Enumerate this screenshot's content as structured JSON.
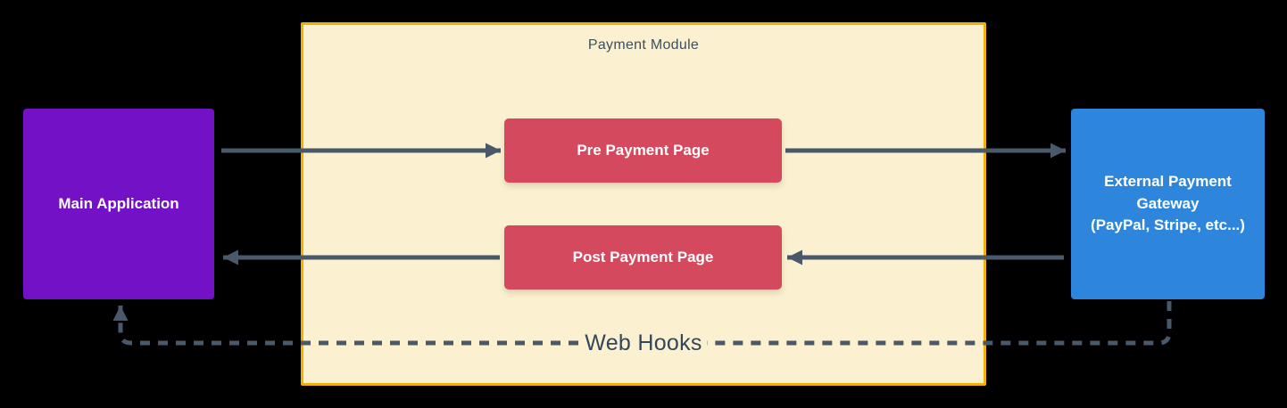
{
  "diagram": {
    "title": "Payment Module",
    "nodes": {
      "main_app": {
        "label": "Main Application"
      },
      "payment_module": {
        "label": "Payment Module"
      },
      "pre_payment": {
        "label": "Pre Payment Page"
      },
      "post_payment": {
        "label": "Post Payment Page"
      },
      "gateway": {
        "label": "External Payment\nGateway\n(PayPal, Stripe, etc...)"
      }
    },
    "webhooks": {
      "label": "Web Hooks"
    },
    "edges": [
      {
        "from": "main_app",
        "to": "pre_payment",
        "style": "solid"
      },
      {
        "from": "pre_payment",
        "to": "gateway",
        "style": "solid"
      },
      {
        "from": "gateway",
        "to": "post_payment",
        "style": "solid"
      },
      {
        "from": "post_payment",
        "to": "main_app",
        "style": "solid"
      },
      {
        "from": "gateway",
        "to": "main_app",
        "style": "dashed",
        "label": "Web Hooks"
      }
    ]
  },
  "colors": {
    "background": "#000000",
    "main-app": "#7211C5",
    "gateway": "#2E86DC",
    "page": "#D4495E",
    "module-fill": "#FBF1D1",
    "module-border": "#F0B400",
    "arrow": "#49596A",
    "label": "#3D4F5E",
    "label-dark": "#33475B",
    "node-text": "#FFFFFF"
  }
}
